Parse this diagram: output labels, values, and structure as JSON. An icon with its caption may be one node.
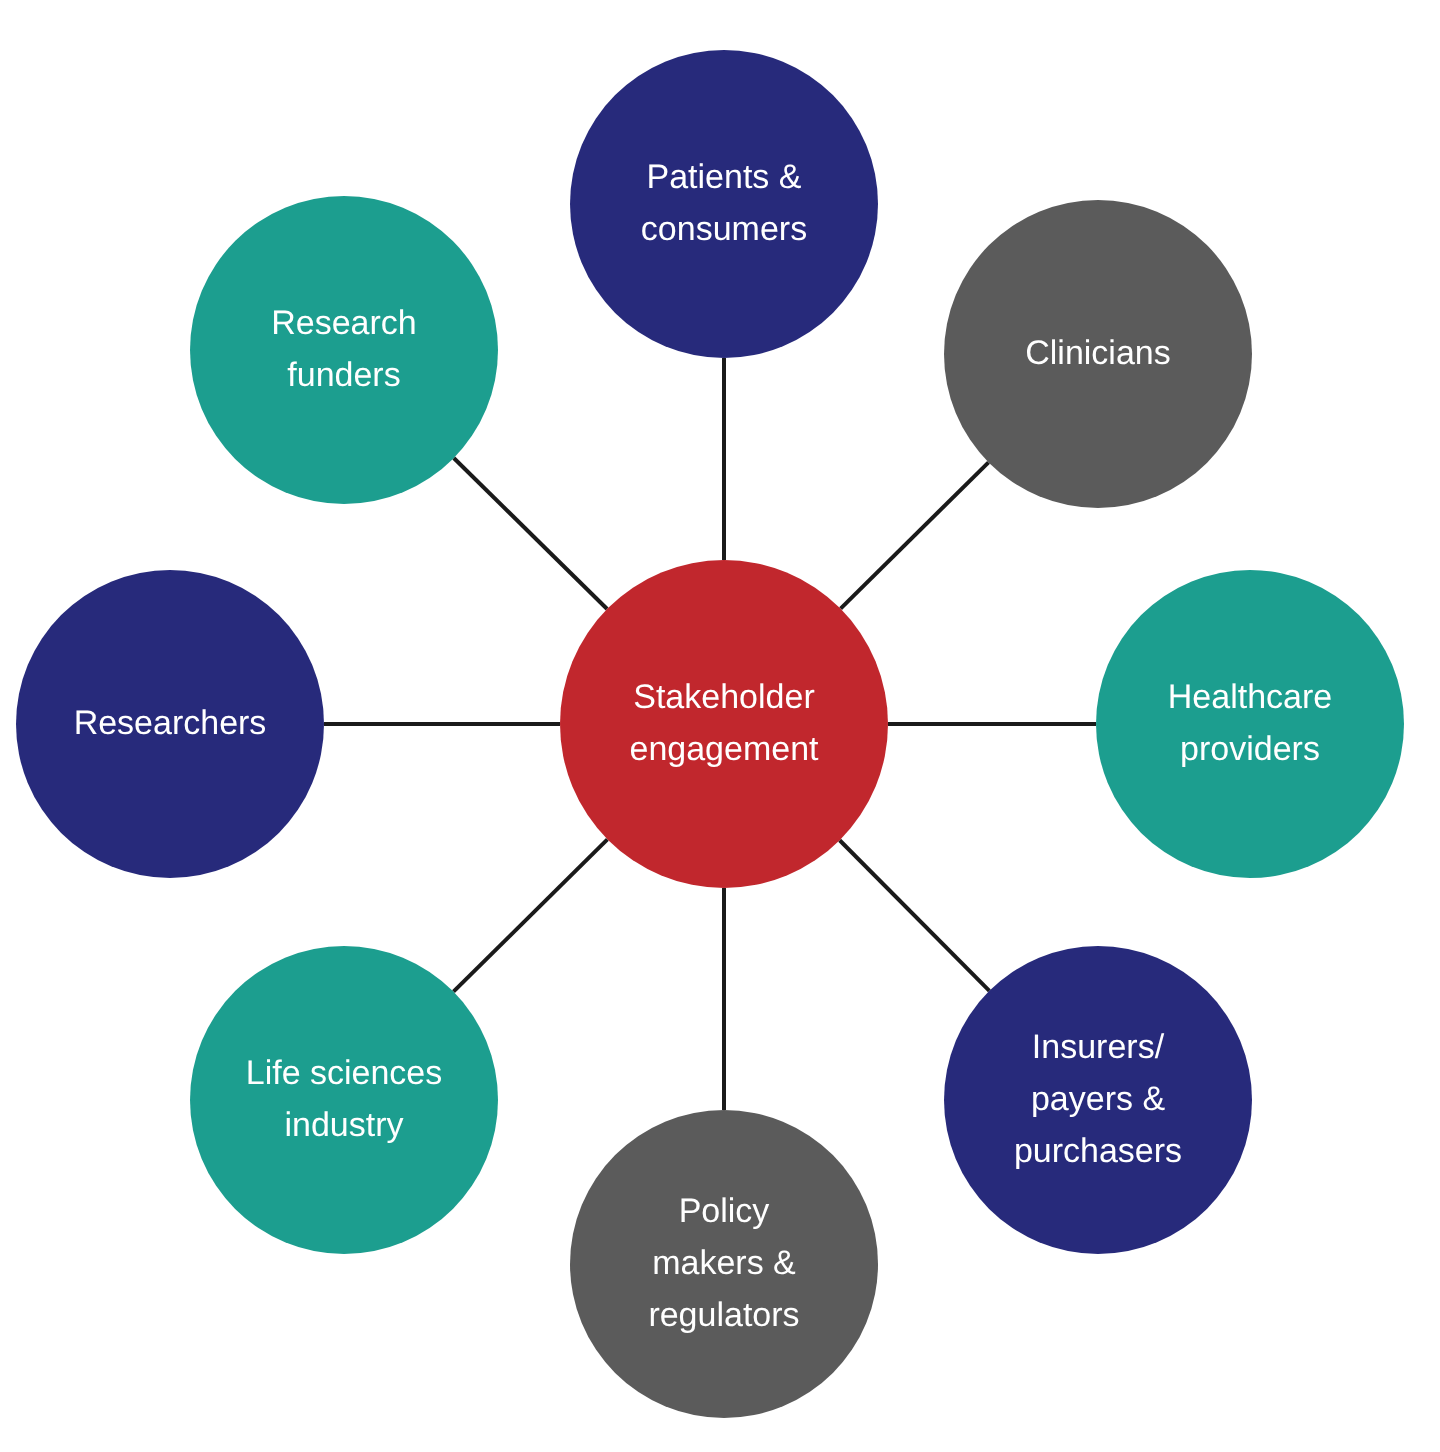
{
  "diagram": {
    "nodes": [
      {
        "text": [
          "Stakeholder engagement"
        ]
      },
      {
        "text": [
          "Patients & consumers"
        ]
      },
      {
        "text": [
          "Clinicians"
        ]
      },
      {
        "text": [
          "Healthcare providers"
        ]
      },
      {
        "text": [
          "Insurers/ payers & purchasers"
        ]
      },
      {
        "text": [
          "Policy makers & regulators"
        ]
      },
      {
        "text": [
          "Life sciences industry"
        ]
      },
      {
        "text": [
          "Researchers"
        ]
      },
      {
        "text": [
          "Research funders"
        ]
      }
    ],
    "edges": [
      {
        "from": 0,
        "to": 1,
        "arrow": "none"
      },
      {
        "from": 0,
        "to": 2,
        "arrow": "none"
      },
      {
        "from": 0,
        "to": 3,
        "arrow": "none"
      },
      {
        "from": 0,
        "to": 4,
        "arrow": "none"
      },
      {
        "from": 0,
        "to": 5,
        "arrow": "none"
      },
      {
        "from": 0,
        "to": 6,
        "arrow": "none"
      },
      {
        "from": 0,
        "to": 7,
        "arrow": "none"
      },
      {
        "from": 0,
        "to": 8,
        "arrow": "none"
      }
    ]
  }
}
